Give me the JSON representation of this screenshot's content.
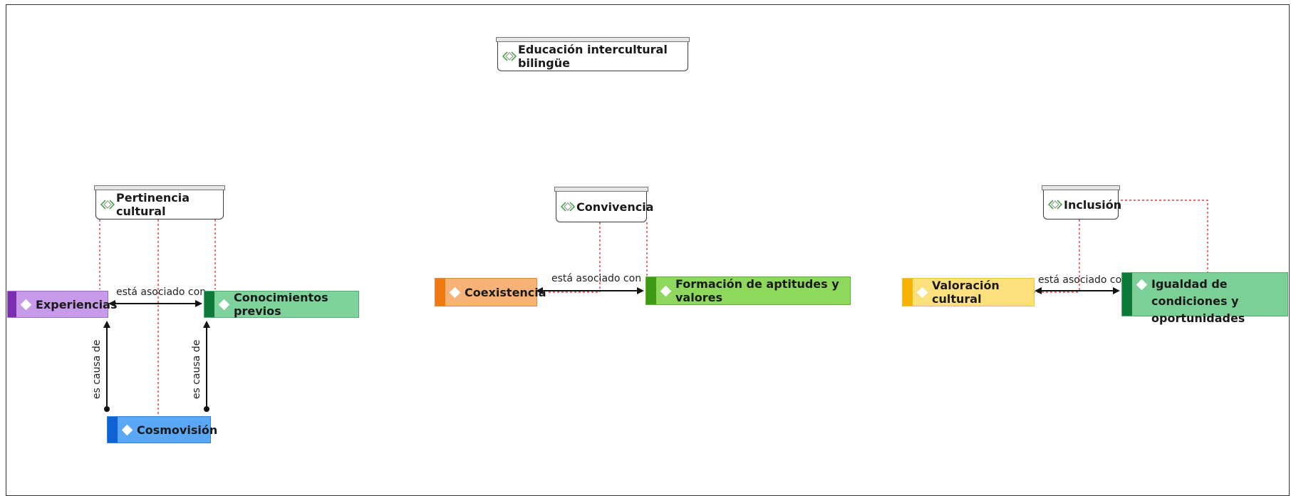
{
  "title": "Educación intercultural bilingüe",
  "groups": {
    "pertinencia": "Pertinencia cultural",
    "convivencia": "Convivencia",
    "inclusion": "Inclusión"
  },
  "nodes": {
    "experiencias": "Experiencias",
    "conocimientos": "Conocimientos previos",
    "cosmovision": "Cosmovisión",
    "coexistencia": "Coexistencia",
    "formacion": "Formación de aptitudes y valores",
    "valoracion": "Valoración cultural",
    "igualdad_line1": "Igualdad de condiciones y",
    "igualdad_line2": "oportunidades"
  },
  "relations": {
    "asociado": "está asociado con",
    "causa": "es causa de"
  },
  "colors": {
    "experiencias": "#c79be9",
    "conocimientos": "#7fd29b",
    "cosmovision": "#5aa8f5",
    "coexistencia": "#f6b277",
    "formacion": "#8fd85e",
    "valoracion": "#fbe07d",
    "igualdad": "#7ccf97",
    "dotted_link": "#e03b3b"
  }
}
